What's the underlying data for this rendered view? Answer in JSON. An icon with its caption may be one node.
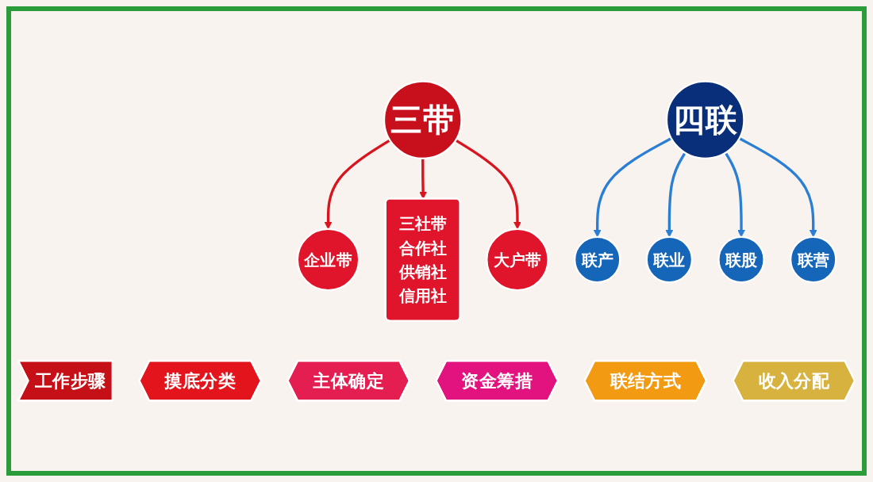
{
  "diagram": {
    "nodes": [
      {
        "text": [
          "三带"
        ]
      },
      {
        "text": [
          "企业带"
        ]
      },
      {
        "text": [
          "三社带",
          "合作社",
          "供销社",
          "信用社"
        ]
      },
      {
        "text": [
          "大户带"
        ]
      },
      {
        "text": [
          "四联"
        ]
      },
      {
        "text": [
          "联产"
        ]
      },
      {
        "text": [
          "联业"
        ]
      },
      {
        "text": [
          "联股"
        ]
      },
      {
        "text": [
          "联营"
        ]
      },
      {
        "text": [
          "工作步骤"
        ]
      },
      {
        "text": [
          "摸底分类"
        ]
      },
      {
        "text": [
          "主体确定"
        ]
      },
      {
        "text": [
          "资金筹措"
        ]
      },
      {
        "text": [
          "联结方式"
        ]
      },
      {
        "text": [
          "收入分配"
        ]
      }
    ],
    "edges": [
      {
        "from": 0,
        "to": 1,
        "arrow": "to",
        "color": "#d9141e"
      },
      {
        "from": 0,
        "to": 2,
        "arrow": "to",
        "color": "#d9141e"
      },
      {
        "from": 0,
        "to": 3,
        "arrow": "to",
        "color": "#d9141e"
      },
      {
        "from": 4,
        "to": 5,
        "arrow": "to"
      },
      {
        "from": 4,
        "to": 6,
        "arrow": "to"
      },
      {
        "from": 4,
        "to": 7,
        "arrow": "to"
      },
      {
        "from": 4,
        "to": 8,
        "arrow": "to"
      }
    ]
  }
}
